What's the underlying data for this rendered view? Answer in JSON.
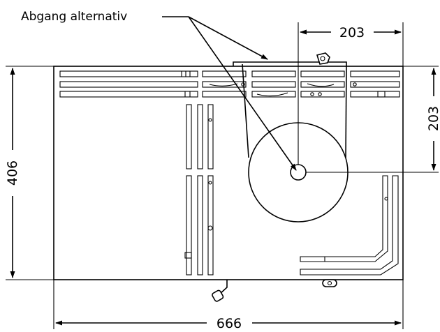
{
  "labels": {
    "outlet_label": "Abgang alternativ",
    "dim_top": "203",
    "dim_right": "203",
    "dim_left": "406",
    "dim_bottom": "666"
  }
}
